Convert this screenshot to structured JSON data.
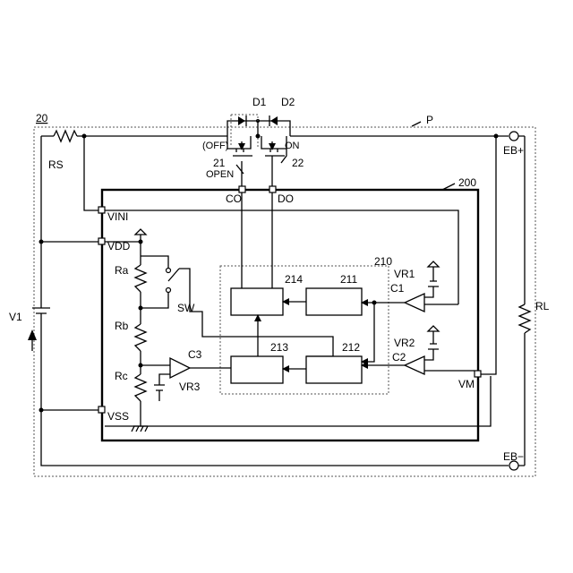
{
  "labels": {
    "fig": "20",
    "pack": "P",
    "ic": "200",
    "ctrl": "210",
    "d1": "D1",
    "d2": "D2",
    "off": "(OFF)",
    "on": "ON",
    "t21": "21",
    "t22": "22",
    "open": "OPEN",
    "co": "CO",
    "do": "DO",
    "vini": "VINI",
    "vdd": "VDD",
    "vss": "VSS",
    "vm": "VM",
    "rs": "RS",
    "v1": "V1",
    "rl": "RL",
    "ebp": "EB+",
    "ebm": "EB−",
    "ra": "Ra",
    "rb": "Rb",
    "rc": "Rc",
    "sw": "SW",
    "c1": "C1",
    "c2": "C2",
    "c3": "C3",
    "vr1": "VR1",
    "vr2": "VR2",
    "vr3": "VR3",
    "b211": "211",
    "b212": "212",
    "b213": "213",
    "b214": "214"
  }
}
